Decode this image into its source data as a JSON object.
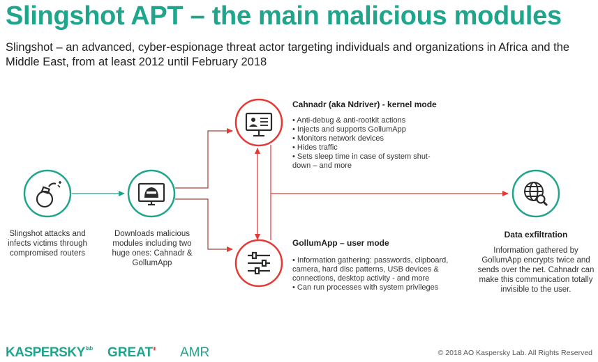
{
  "title": "Slingshot APT – the main malicious modules",
  "subtitle": "Slingshot – an advanced, cyber-espionage threat actor targeting individuals and organizations in Africa and the Middle East, from at least 2012 until February 2018",
  "nodes": {
    "attack": {
      "icon": "bomb-icon",
      "caption": "Slingshot attacks and infects victims through compromised routers"
    },
    "download": {
      "icon": "hacker-screen-icon",
      "caption": "Downloads malicious modules including two huge ones: Cahnadr & GollumApp"
    },
    "cahnadr": {
      "icon": "id-card-icon",
      "heading": "Cahnadr (aka Ndriver) - kernel mode",
      "bullets": [
        "• Anti-debug & anti-rootkit actions",
        "• Injects and supports GollumApp",
        "• Monitors network devices",
        "• Hides traffic",
        "• Sets sleep time in case of system shut-down – and more"
      ]
    },
    "gollumapp": {
      "icon": "sliders-icon",
      "heading": "GollumApp – user mode",
      "bullets": [
        "• Information gathering: passwords, clipboard, camera, hard disc patterns, USB devices & connections, desktop activity - and more",
        "• Can run processes with system privileges"
      ]
    },
    "exfiltration": {
      "icon": "globe-search-icon",
      "heading": "Data exfiltration",
      "caption": "Information gathered by GollumApp encrypts twice and sends over the net. Cahnadr can make this communication totally invisible to the user."
    }
  },
  "footer": {
    "logo_kaspersky": "KASPERSKY",
    "logo_lab": "lab",
    "logo_great": "GREAT",
    "logo_amr": "AMR",
    "copyright": "© 2018 AO Kaspersky Lab. All Rights Reserved"
  },
  "colors": {
    "green": "#1fa58b",
    "red": "#e53935",
    "brown": "#a0443a",
    "icon_dark": "#2b2b2b"
  }
}
